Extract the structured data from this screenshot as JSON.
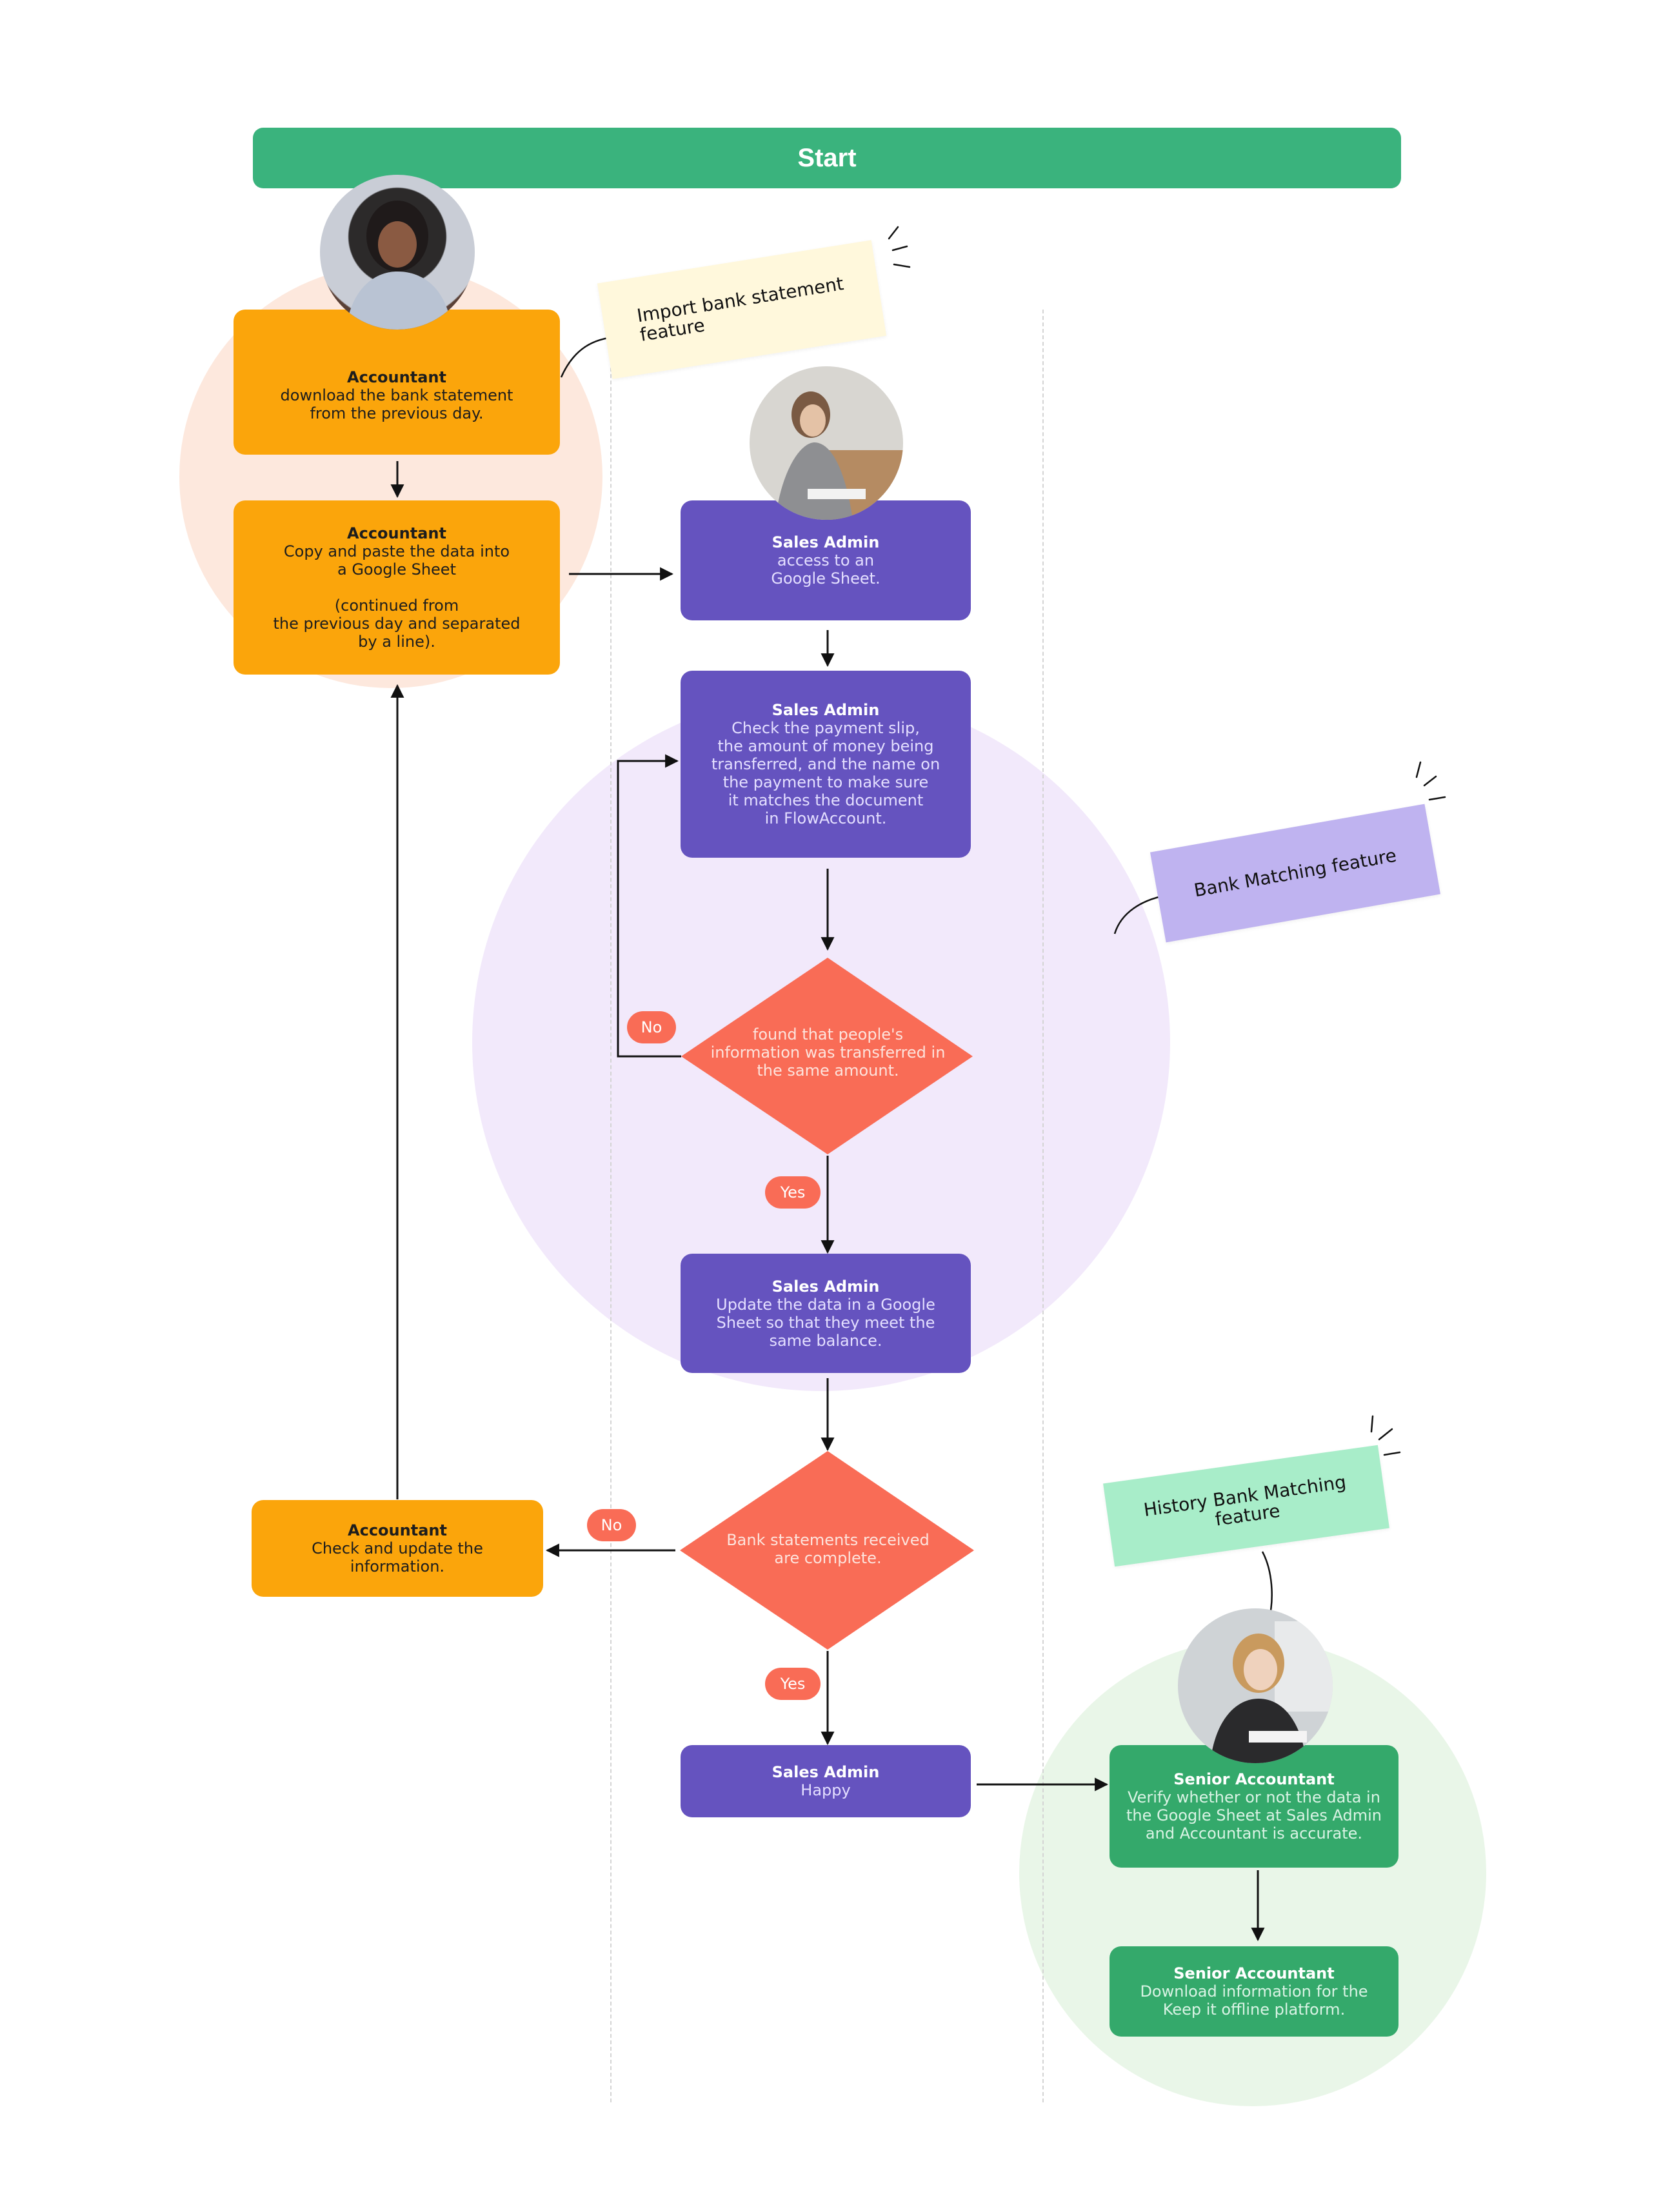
{
  "start_label": "Start",
  "colors": {
    "start": "#3AB37D",
    "accountant": "#FBA50B",
    "sales_admin": "#6553BF",
    "decision": "#F96C56",
    "senior_accountant": "#34A96B"
  },
  "accountant_download": {
    "role": "Accountant",
    "text": "download the bank statement\nfrom the previous day."
  },
  "accountant_copy": {
    "role": "Accountant",
    "text": "Copy and paste the data into\na Google Sheet\n\n(continued from\nthe previous day and separated\nby a line)."
  },
  "sales_access": {
    "role": "Sales Admin",
    "text": "access to an\nGoogle Sheet."
  },
  "sales_check": {
    "role": "Sales Admin",
    "text": "Check the payment slip,\nthe amount of money being\ntransferred, and the name on\nthe payment to make sure\nit matches the document\nin FlowAccount."
  },
  "decision_found": {
    "text": "found that people's\ninformation was transferred in\nthe same amount."
  },
  "sales_update": {
    "role": "Sales Admin",
    "text": "Update the data in a Google\nSheet so that they meet the\nsame balance."
  },
  "decision_complete": {
    "text": "Bank statements received\nare complete."
  },
  "accountant_check": {
    "role": "Accountant",
    "text": "Check and update the\ninformation."
  },
  "sales_happy": {
    "role": "Sales Admin",
    "text": "Happy"
  },
  "senior_verify": {
    "role": "Senior Accountant",
    "text": "Verify whether or not the data in\nthe Google Sheet at Sales Admin\nand Accountant is accurate."
  },
  "senior_download": {
    "role": "Senior Accountant",
    "text": "Download information for the\nKeep it offline platform."
  },
  "labels": {
    "no_1": "No",
    "yes_1": "Yes",
    "no_2": "No",
    "yes_2": "Yes"
  },
  "notes": {
    "import_feature": "Import bank statement\nfeature",
    "bank_matching": "Bank Matching feature",
    "history_bank_matching": "History Bank Matching\nfeature"
  }
}
